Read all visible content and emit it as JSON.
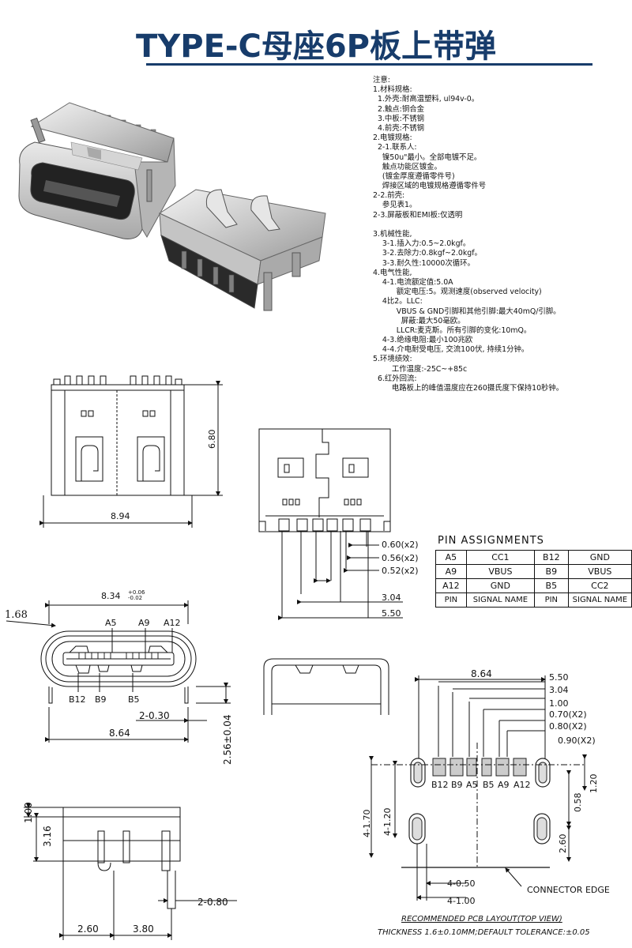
{
  "title": "TYPE-C母座6P板上带弹",
  "notes": [
    "注意:",
    "1.材料规格:",
    "  1.外壳:耐高温塑料, ul94v-0。",
    "  2.触点:铜合金",
    "  3.中板:不锈钢",
    "  4.前壳:不锈钢",
    "2.电镀规格:",
    "  2-1.联系人:",
    "    镍50u\"最小。全部电镀不足。",
    "    触点功能区镀金。",
    "    (镀金厚度遵循零件号)",
    "    焊接区域的电镀规格遵循零件号",
    "2-2.前壳:",
    "    参见表1。",
    "2-3.屏蔽板和EMI板:仅透明",
    "",
    "3.机械性能,",
    "    3-1.插入力:0.5~2.0kgf。",
    "    3-2.去除力:0.8kgf~2.0kgf。",
    "    3-3.耐久性:10000次循环。",
    "4.电气性能,",
    "    4-1.电流额定值:5.0A",
    "          额定电压:5。观测速度(observed velocity)",
    "    4比2。LLC:",
    "          VBUS & GND引脚和其他引脚:最大40mQ/引脚。",
    "            屏蔽:最大50毫欧。",
    "          LLCR:麦克斯。所有引脚的变化:10mQ。",
    "    4-3.绝缘电阻:最小100兆欧",
    "    4-4.介电耐受电压, 交流100伏, 持续1分钟。",
    "5.环境绩效:",
    "        工作温度:-25C~+85c",
    "  6.红外回流:",
    "        电路板上的峰值温度应在260摄氏度下保持10秒钟。"
  ],
  "dims": {
    "d894": "8.94",
    "d680": "6.80",
    "d060": "0.60(x2)",
    "d056": "0.56(x2)",
    "d052": "0.52(x2)",
    "d304": "3.04",
    "d550": "5.50",
    "d834": "8.34",
    "d834tol_up": "+0.06",
    "d834tol_dn": "-0.02",
    "d168": "1.68",
    "d2030": "2-0.30",
    "d864": "8.64",
    "d256": "2.56±0.04",
    "d100": "1.00",
    "d316": "3.16",
    "d2080": "2-0.80",
    "d260": "2.60",
    "d380": "3.80",
    "r864": "8.64",
    "r550": "5.50",
    "r304": "3.04",
    "r100": "1.00",
    "r070": "0.70(X2)",
    "r080": "0.80(X2)",
    "r090": "0.90(X2)",
    "r170": "4-1.70",
    "r120a": "4-1.20",
    "r120b": "1.20",
    "r058": "0.58",
    "r260": "2.60",
    "r4050": "4-0.50",
    "r4100": "4-1.00",
    "connector_edge": "CONNECTOR EDGE",
    "rec_layout": "RECOMMENDED  PCB  LAYOUT(TOP  VIEW)",
    "thickness": "THICKNESS  1.6±0.10MM;DEFAULT  TOLERANCE:±0.05"
  },
  "front_labels": {
    "a5": "A5",
    "a9": "A9",
    "a12": "A12",
    "b12": "B12",
    "b9": "B9",
    "b5": "B5"
  },
  "pcb_labels": [
    "B12",
    "B9",
    "A5",
    "B5",
    "A9",
    "A12"
  ],
  "pin_assignments": {
    "title": "PIN  ASSIGNMENTS",
    "rows": [
      [
        "A5",
        "CC1",
        "B12",
        "GND"
      ],
      [
        "A9",
        "VBUS",
        "B9",
        "VBUS"
      ],
      [
        "A12",
        "GND",
        "B5",
        "CC2"
      ],
      [
        "PIN",
        "SIGNAL NAME",
        "PIN",
        "SIGNAL NAME"
      ]
    ]
  }
}
